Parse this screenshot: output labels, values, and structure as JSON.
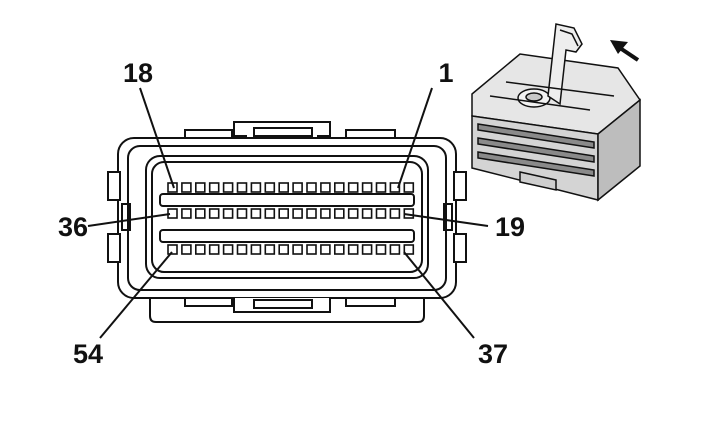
{
  "pin_labels": {
    "top_left": "18",
    "top_right": "1",
    "mid_left": "36",
    "mid_right": "19",
    "bottom_left": "54",
    "bottom_right": "37"
  },
  "connector": {
    "rows": 3,
    "pins_per_row": 18,
    "total_pins": 54
  },
  "colors": {
    "ink": "#111111",
    "body_fill": "#ffffff",
    "perspective_fill": "#d9d9d9",
    "perspective_shade": "#b5b5b5"
  },
  "icons": {
    "arrow": "arrow-pointing-down-left-icon"
  }
}
